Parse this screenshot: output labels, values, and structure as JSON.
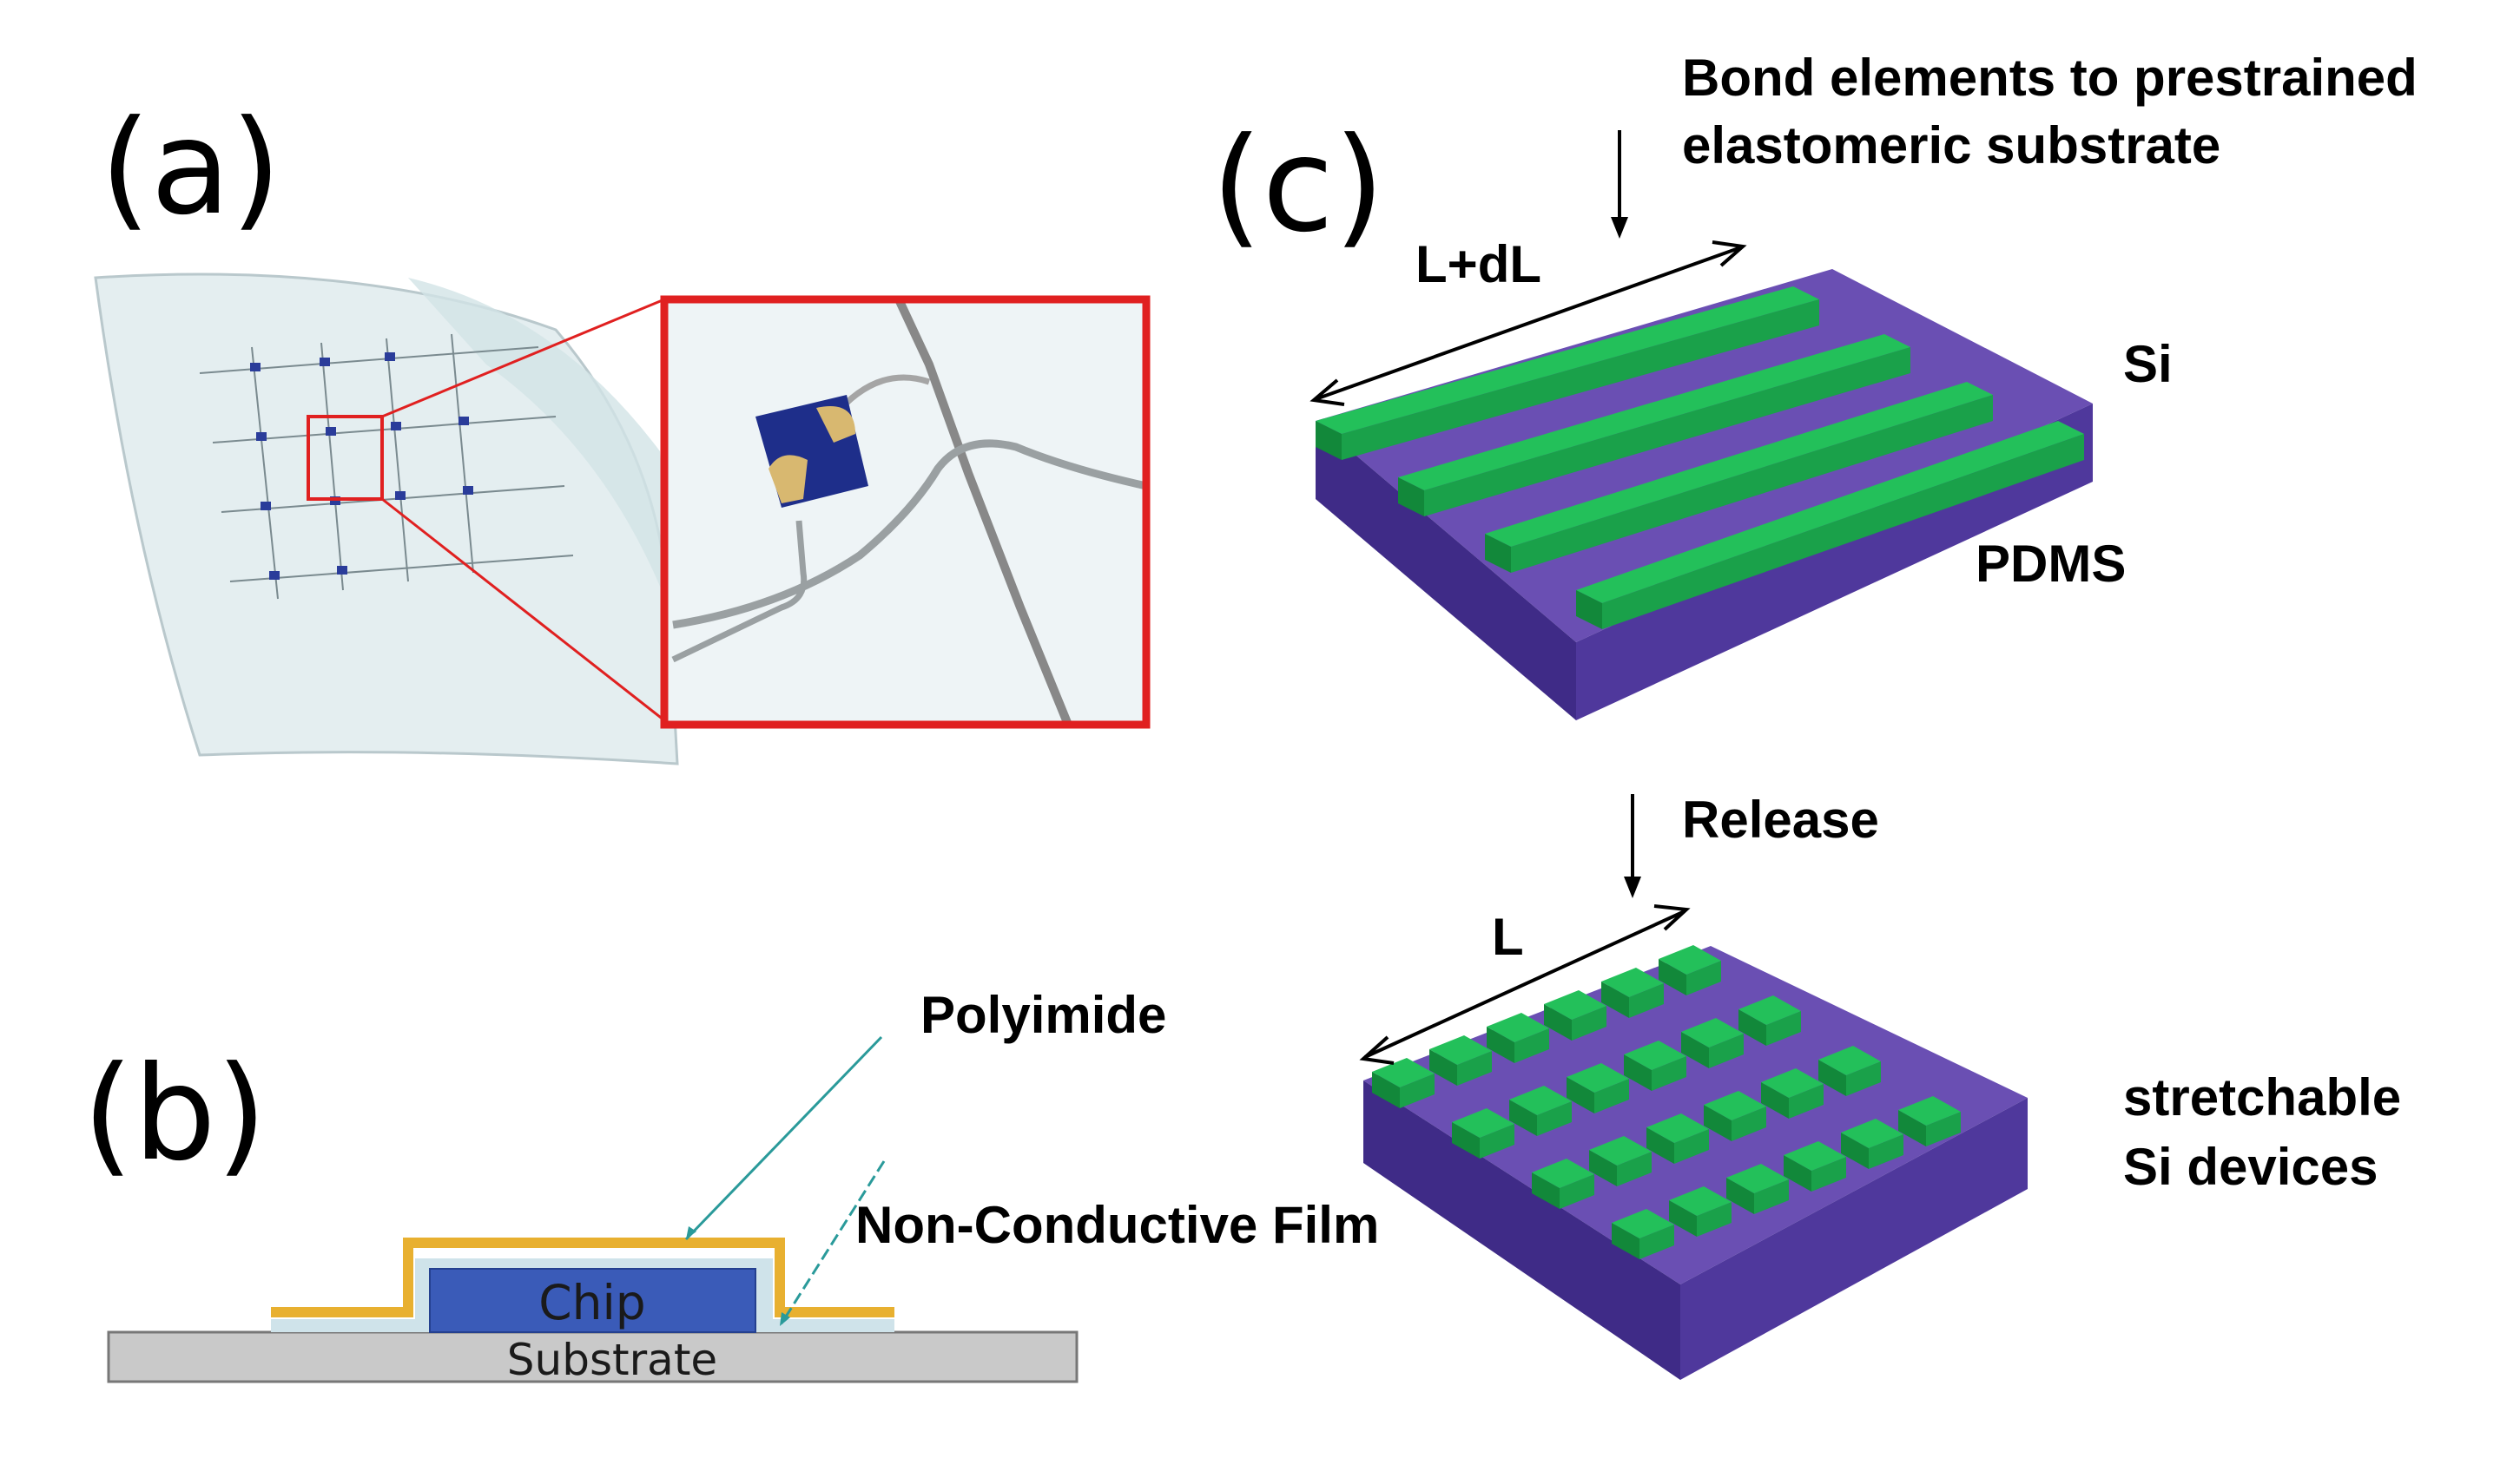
{
  "panels": {
    "a": {
      "label": "(a)"
    },
    "b": {
      "label": "(b)",
      "chip": "Chip",
      "substrate": "Substrate",
      "polyimide": "Polyimide",
      "ncf": "Non-Conductive Film"
    },
    "c": {
      "label": "(c)",
      "bond_line1": "Bond elements to prestrained",
      "bond_line2": "elastomeric substrate",
      "stretched_length": "L+dL",
      "si": "Si",
      "pdms": "PDMS",
      "release": "Release",
      "relaxed_length": "L",
      "devices_line1": "stretchable",
      "devices_line2": "Si devices"
    }
  },
  "colors": {
    "chip": "#3a5bb8",
    "polyimide": "#e8b030",
    "substrate": "#c8c8c8",
    "si": "#1fae4a",
    "pdms": "#5b3ea0",
    "zoom_frame": "#e02020",
    "callout_line": "#2a9a9a"
  }
}
